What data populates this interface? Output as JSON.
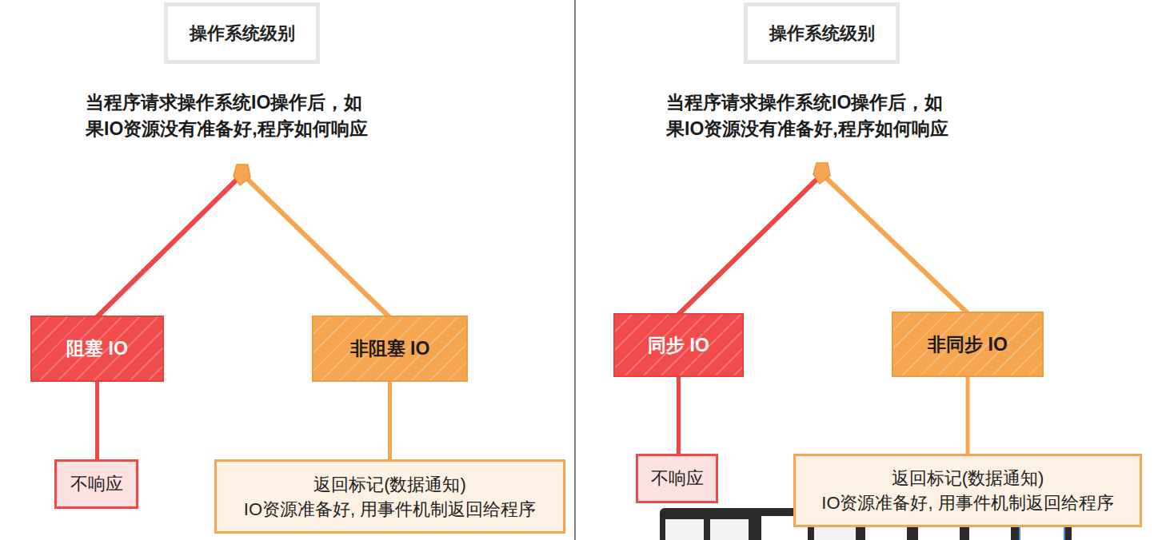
{
  "diagram": {
    "nodes": [
      {
        "text": [
          "操作系统级别"
        ]
      },
      {
        "text": [
          "阻塞 IO"
        ]
      },
      {
        "text": [
          "非阻塞 IO"
        ]
      },
      {
        "text": [
          "不响应"
        ]
      },
      {
        "text": [
          "返回标记(数据通知)",
          "IO资源准备好, 用事件机制返回给程序"
        ]
      },
      {
        "text": [
          "操作系统级别"
        ]
      },
      {
        "text": [
          "同步 IO"
        ]
      },
      {
        "text": [
          "非同步 IO"
        ]
      },
      {
        "text": [
          "不响应"
        ]
      },
      {
        "text": [
          "返回标记(数据通知)",
          "IO资源准备好, 用事件机制返回给程序"
        ]
      }
    ],
    "edges": [
      {
        "from": 1,
        "to": 3,
        "arrow": "none"
      },
      {
        "from": 2,
        "to": 4,
        "arrow": "none"
      },
      {
        "from": 6,
        "to": 8,
        "arrow": "none"
      },
      {
        "from": 7,
        "to": 9,
        "arrow": "none"
      }
    ],
    "labels": [
      "当程序请求操作系统IO操作后，如 果IO资源没有准备好,程序如何响应",
      "当程序请求操作系统IO操作后，如 果IO资源没有准备好,程序如何响应"
    ]
  }
}
